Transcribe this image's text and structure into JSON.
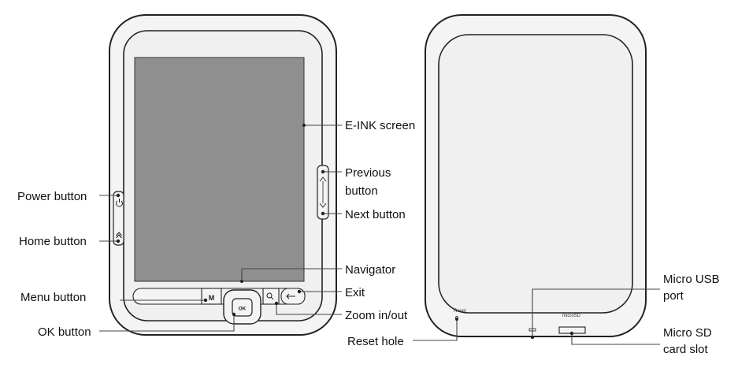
{
  "labels": {
    "eink_screen": "E-INK screen",
    "previous_button_line1": "Previous",
    "previous_button_line2": "button",
    "next_button": "Next button",
    "power_button": "Power button",
    "home_button": "Home button",
    "navigator": "Navigator",
    "menu_button": "Menu button",
    "exit": "Exit",
    "ok_button": "OK button",
    "zoom": "Zoom in/out",
    "reset_hole": "Reset hole",
    "micro_usb_line1": "Micro USB",
    "micro_usb_line2": "port",
    "micro_sd_line1": "Micro SD",
    "micro_sd_line2": "card slot"
  },
  "device_markings": {
    "menu_key": "M",
    "ok_key": "OK",
    "reset_mark": "Reset",
    "microsd_mark": "microSD"
  },
  "icons": [
    "power-icon",
    "home-icon",
    "up-arrow-icon",
    "down-arrow-icon",
    "zoom-icon",
    "back-arrow-icon"
  ],
  "colors": {
    "screen": "#8f8f8f",
    "body": "#f0f0f0",
    "outline": "#222222"
  }
}
